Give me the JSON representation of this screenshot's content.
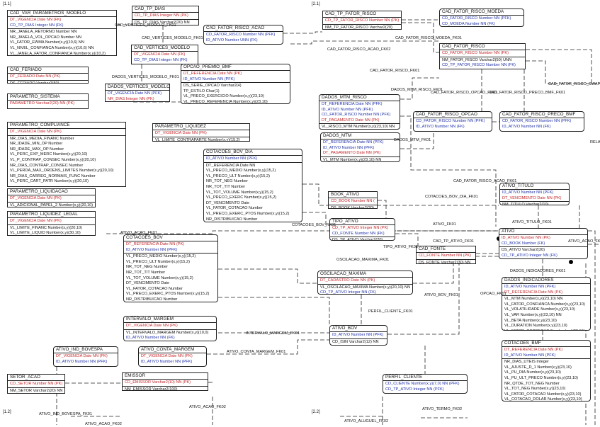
{
  "page_marks": [
    {
      "id": "p11",
      "text": "[1.1]"
    },
    {
      "id": "p21",
      "text": "[2.1]"
    },
    {
      "id": "p12",
      "text": "[1.2]"
    },
    {
      "id": "p22",
      "text": "[2.2]"
    }
  ],
  "entities": [
    {
      "id": "cad_var_parametros_modelo",
      "name": "CAD_VAR_PARAMETROS_MODELO",
      "keys": [
        [
          "DT_VIGENCIA Date NN (FK)",
          "pk"
        ],
        [
          "CD_TP_DIAS Integer NN (FK)",
          "fk"
        ]
      ],
      "attrs": [
        "NR_JANELA_RETORNO Number NN",
        "NR_JANELA_VOL_OPCAO Number NN",
        "VL_FATOR_EWMA Number(x,y)(10,6) NN",
        "VL_NIVEL_CONFIANCA Number(x,y)(10,6) NN",
        "VL_JANELA_FATOR_CONFIANCA Number(x,y)(10,2)"
      ]
    },
    {
      "id": "cad_tp_dias",
      "name": "CAD_TP_DIAS",
      "keys": [
        [
          "CD_TP_DIAS Integer NN (PK)",
          "pk"
        ]
      ],
      "attrs": [
        "DS_TP_DIAS Varchar2(20) NN"
      ]
    },
    {
      "id": "cad_vertices_modelo",
      "name": "CAD_VERTICES_MODELO",
      "keys": [
        [
          "DT_VIGENCIA Date NN (FK)",
          "pk"
        ],
        [
          "CD_TP_DIAS Integer NN (FK)",
          "fk"
        ]
      ],
      "attrs": []
    },
    {
      "id": "cad_feriado",
      "name": "CAD_FERIADO",
      "keys": [
        [
          "DT_FERIADO Date NN (PK)",
          "pk"
        ]
      ],
      "attrs": [
        "DS_FERIADO Varchar2(50)"
      ]
    },
    {
      "id": "parametro_sistema",
      "name": "PARAMETRO_SISTEMA",
      "keys": [
        [
          "PARAMETRO Varchar2(20) NN (PK)",
          "pk"
        ]
      ],
      "attrs": []
    },
    {
      "id": "parametro_compliance",
      "name": "PARAMETRO_COMPLIANCE",
      "keys": [
        [
          "DT_VIGENCIA Date NN (PK)",
          "pk"
        ]
      ],
      "attrs": [
        "NR_DIAS_MEDIA_FINANC Number",
        "NR_IDADE_MIN_OP Number",
        "NR_IDADE_MAX_OP Number",
        "VL_PERC_EXP_MERC Number(x,y)(20,10)",
        "VL_P_CONTRAP_CONSEC Number(x,y)(20,10)",
        "NR_DIAS_CONTRAP_CONSEC Number",
        "VL_PERDA_MAX_ORDENS_LIMITES Number(x,y)(20,10)",
        "NR_DIAS_CARREG_NORMAIS_FUNC Number",
        "VL_PERC_CART_PATR Number(x,y)(20,10)"
      ]
    },
    {
      "id": "parametro_liquidacao",
      "name": "PARAMETRO_LIQUIDACAO",
      "keys": [
        [
          "DT_VIGENCIA Date NN (PK)",
          "pk"
        ]
      ],
      "attrs": [
        "VL_ADICIONAL_PAPEL_2 Number(x,y)(20,10)"
      ]
    },
    {
      "id": "parametro_liquidez_legal",
      "name": "PARAMETRO_LIQUIDEZ_LEGAL",
      "keys": [
        [
          "DT_VIGENCIA Date NN (PK)",
          "pk"
        ]
      ],
      "attrs": [
        "VL_LIMITE_FINANC Number(x,y)(20,10)",
        "VL_LIMITE_LIQUID Number(x,y)(30,10)"
      ]
    },
    {
      "id": "cotacoes_bov",
      "name": "COTACOES_BOV",
      "keys": [
        [
          "DT_REFERENCIA Date NN (PK)",
          "pk"
        ],
        [
          "ID_ATIVO Number NN (PFK)",
          "fk"
        ]
      ],
      "attrs": [
        "VL_PRECO_MEDIO Number(x,y)(15,2)",
        "VL_PRECO_ULT Number(x,y)(15,2)",
        "NR_TOT_NEG Number",
        "NR_TOT_TIT Number",
        "VL_TOT_VOLUME Number(x,y)(15,2)",
        "DT_VENCIMENTO Date",
        "VL_FATOR_COTACAO Number",
        "VL_PRECO_EXERC_PTOS Number(x,y)(15,2)",
        "NR_DISTRIBUICAO Number"
      ]
    },
    {
      "id": "intervalo_margem",
      "name": "INTERVALO_MARGEM",
      "keys": [
        [
          "DT_VIGENCIA Date NN (PK)",
          "pk"
        ]
      ],
      "attrs": [
        "VL_INTERVALO_MARGEM Number(x,y)(10,0)",
        "ID_ATIVO Number NN (FK)",
        "fk"
      ]
    },
    {
      "id": "ativo_ind_bovespa",
      "name": "ATIVO_IND_BOVESPA",
      "keys": [
        [
          "DT_VIGENCIA Date NN (PK)",
          "pk"
        ],
        [
          "ID_ATIVO Number NN (PFK)",
          "fk"
        ]
      ],
      "attrs": []
    },
    {
      "id": "ativo_conta_margem",
      "name": "ATIVO_CONTA_MARGEM",
      "keys": [
        [
          "DT_VIGENCIA Date NN (PK)",
          "pk"
        ],
        [
          "ID_ATIVO Number NN (PFK)",
          "fk"
        ]
      ],
      "attrs": []
    },
    {
      "id": "setor_acao",
      "name": "SETOR_ACAO",
      "keys": [
        [
          "CD_SETOR Number NN (PK)",
          "pk"
        ]
      ],
      "attrs": [
        "NM_SETOR Varchar2(20) NN"
      ]
    },
    {
      "id": "emissor",
      "name": "EMISSOR",
      "keys": [
        [
          "CD_EMISSOR Varchar2(10) NN (PK)",
          "pk"
        ]
      ],
      "attrs": [
        "NM_EMISSOR Varchar2(100)"
      ]
    },
    {
      "id": "cad_fator_risco_acao",
      "name": "CAD_FATOR_RISCO_ACAO",
      "keys": [
        [
          "CD_FATOR_RISCO Number NN (PFK)",
          "fk"
        ],
        [
          "ID_ATIVO Number UNN (FK)",
          "fkg"
        ]
      ],
      "attrs": []
    },
    {
      "id": "dados_vertices_modelo",
      "name": "DADOS_VERTICES_MODELO",
      "keys": [
        [
          "DT_VIGENCIA Date NN (PFK)",
          "fk"
        ],
        [
          "NR_DIAS Integer NN (PK)",
          "pk"
        ]
      ],
      "attrs": []
    },
    {
      "id": "opcao_premio_bmf",
      "name": "OPCAO_PREMIO_BMF",
      "keys": [
        [
          "DT_REFERENCIA Date NN (PK)",
          "pk"
        ],
        [
          "ID_ATIVO Number NN (PFK)",
          "fk"
        ]
      ],
      "attrs": [
        "DS_SERIE_OPCAO Varchar2(4)",
        "TP_ESTILO Char(1)",
        "VL_PRECO_EXERCICIO Number(x,y)(23,10)",
        "VL_PRECO_REFERENCIA Number(x,y)(23,10)"
      ]
    },
    {
      "id": "parametro_liquidez",
      "name": "PARAMETRO_LIQUIDEZ",
      "keys": [
        [
          "DT_VIGENCIA Date NN (PK)",
          "pk"
        ]
      ],
      "attrs": [
        "VL_LIMITE_CONTRAPARTE Number(x,y)(15,2)"
      ]
    },
    {
      "id": "cotacoes_bov_dia",
      "name": "COTACOES_BOV_DIA",
      "keys": [
        [
          "ID_ATIVO Number NN (PFK)",
          "fk"
        ]
      ],
      "attrs": [
        "DT_REFERENCIA Date NN",
        "VL_PRECO_MEDIO Number(x,y)(15,2)",
        "VL_PRECO_ULT Number(x,y)(15,2)",
        "NR_TOT_NEG Number",
        "NR_TOT_TIT Number",
        "VL_TOT_VOLUME Number(x,y)(15,2)",
        "VL_PRECO_EXERC Number(x,y)(15,2)",
        "DT_VENCIMENTO Date",
        "VL_FATOR_COTACAO Number",
        "VL_PRECO_EXERC_PTOS Number(x,y)(15,2)",
        "NR_DISTRIBUICAO Number"
      ]
    },
    {
      "id": "dados_mtm_risco",
      "name": "DADOS_MTM_RISCO",
      "keys": [
        [
          "DT_REFERENCIA Date NN (PFK)",
          "fk"
        ],
        [
          "ID_ATIVO Number NN (PFK)",
          "fk"
        ],
        [
          "CD_FATOR_RISCO Number NN (PFK)",
          "fk"
        ],
        [
          "DT_PAGAMENTO Date NN (PK)",
          "pk"
        ]
      ],
      "attrs": [
        "VL_RISCO_MTM Number(x,y)(23,10) NN"
      ]
    },
    {
      "id": "dados_mtm",
      "name": "DADOS_MTM",
      "keys": [
        [
          "DT_REFERENCIA Date NN (PFK)",
          "fk"
        ],
        [
          "ID_ATIVO Number NN (PFK)",
          "fk"
        ],
        [
          "DT_PAGAMENTO Date NN (PK)",
          "pk"
        ]
      ],
      "attrs": [
        "VL_MTM Number(x,y)(23,10) NN"
      ]
    },
    {
      "id": "book_ativo",
      "name": "BOOK_ATIVO",
      "keys": [
        [
          "CD_BOOK Number NN (PK)",
          "pk"
        ]
      ],
      "attrs": [
        "DS_BOOK Varchar2(20)"
      ]
    },
    {
      "id": "tipo_ativo",
      "name": "TIPO_ATIVO",
      "keys": [
        [
          "CD_TP_ATIVO Integer NN (PK)",
          "pk"
        ],
        [
          "CD_FONTE Number NN (FK)",
          "fk"
        ]
      ],
      "attrs": [
        "DS_TP_ATIVO Varchar2(20)"
      ]
    },
    {
      "id": "cad_fonte",
      "name": "CAD_FONTE",
      "keys": [
        [
          "CD_FONTE Number NN (PK)",
          "pk"
        ]
      ],
      "attrs": [
        "DS_FONTE Varchar2(30) NN"
      ]
    },
    {
      "id": "oscilacao_maxima",
      "name": "OSCILACAO_MAXIMA",
      "keys": [
        [
          "DT_CADASTRO Date NN (PK)",
          "pk"
        ]
      ],
      "attrs": [
        "VL_OSCILACAO_MAXIMA Number(x,y)(20,10) NN",
        "CD_TP_ATIVO Integer NN (FK)",
        "fk"
      ]
    },
    {
      "id": "ativo_bov",
      "name": "ATIVO_BOV",
      "keys": [
        [
          "ID_ATIVO Number NN (PFK)",
          "fk"
        ]
      ],
      "attrs": [
        "CD_ISIN Varchar2(12) NN"
      ]
    },
    {
      "id": "perfil_cliente",
      "name": "PERFIL_CLIENTE",
      "keys": [
        [
          "CD_CLIENTE Number(x,y)(7,0) NN (PFK)",
          "fk"
        ],
        [
          "CD_TP_ATIVO Integer NN (PFK)",
          "fk"
        ]
      ],
      "attrs": []
    },
    {
      "id": "cad_tp_fator_risco",
      "name": "CAD_TP_FATOR_RISCO",
      "keys": [
        [
          "CD_TP_FATOR_RISCO Number NN (PK)",
          "pk"
        ]
      ],
      "attrs": [
        "NM_TP_FATOR_RISCO Varchar2(20)"
      ]
    },
    {
      "id": "cad_fator_risco_moeda",
      "name": "CAD_FATOR_RISCO_MOEDA",
      "keys": [
        [
          "CD_FATOR_RISCO Number NN (PFK)",
          "fk"
        ],
        [
          "CD_MOEDA Number NN (FK)",
          "fk"
        ]
      ],
      "attrs": []
    },
    {
      "id": "cad_fator_risco",
      "name": "CAD_FATOR_RISCO",
      "keys": [
        [
          "CD_FATOR_RISCO Number NN (PK)",
          "pk"
        ]
      ],
      "attrs": [
        "NM_FATOR_RISCO Varchar2(50) UNN",
        "CD_TP_FATOR_RISCO Number NN (FK)",
        "fkg"
      ]
    },
    {
      "id": "cad_fator_risco_opcao",
      "name": "CAD_FATOR_RISCO_OPCAO",
      "keys": [
        [
          "CD_FATOR_RISCO Number NN (PFK)",
          "fk"
        ],
        [
          "ID_ATIVO Number NN (FK)",
          "fk"
        ]
      ],
      "attrs": []
    },
    {
      "id": "cad_fator_risco_preco_bmf",
      "name": "CAD_FATOR_RISCO_PRECO_BMF",
      "keys": [
        [
          "CD_FATOR_RISCO Number NN (PFK)",
          "fk"
        ],
        [
          "ID_ATIVO Number NN (FK)",
          "fk"
        ]
      ],
      "attrs": []
    },
    {
      "id": "ativo_titulo",
      "name": "ATIVO_TITULO",
      "keys": [
        [
          "ID_ATIVO Number NN (PFK)",
          "fk"
        ],
        [
          "DT_VENCIMENTO Date NN (PK)",
          "pk"
        ]
      ],
      "attrs": [
        "NM_TITULO Varchar2(10)"
      ]
    },
    {
      "id": "ativo",
      "name": "ATIVO",
      "keys": [
        [
          "ID_ATIVO Number NN (PK)",
          "pk"
        ],
        [
          "CD_BOOK Number (FK)",
          "fkg"
        ]
      ],
      "attrs": [
        "DS_ATIVO Varchar2(20)",
        "CD_TP_ATIVO Integer NN (FK)",
        "fkg"
      ]
    },
    {
      "id": "dados_indicadores",
      "name": "DADOS_INDICADORES",
      "keys": [
        [
          "ID_ATIVO Number NN (PFK)",
          "fk"
        ],
        [
          "DT_REFERENCIA Date NN (PK)",
          "pk"
        ]
      ],
      "attrs": [
        "VL_MTM Number(x,y)(23,10) NN",
        "VL_FATOR_CONFIANCA Number(x,y)(23,10)",
        "VL_VOLATILIDADE Number(x,y)(23,10)",
        "VL_VAR Number(x,y)(23,10) NN",
        "VL_BETA Number(x,y)(23,10)",
        "VL_DURATION Number(x,y)(23,10)",
        "VL_FATOR_CORRECAO Number(x,y)(23,10)"
      ]
    },
    {
      "id": "cotacoes_bmf",
      "name": "COTACOES_BMF",
      "keys": [
        [
          "DT_REFERENCIA Date NN (PK)",
          "pk"
        ],
        [
          "ID_ATIVO Number NN (PFK)",
          "fk"
        ]
      ],
      "attrs": [
        "NR_DIAS_UTEIS Integer",
        "VL_AJUSTE_D_1 Number(x,y)(23,10)",
        "VL_PU_DIA Number(x,y)(23,10)",
        "VL_PU_ULT_PRECO Number(x,y)(23,10)",
        "NR_QTDE_TOT_NEG Number",
        "VL_TOT_NEG Number(x,y)(23,10)",
        "VL_FATOR_COTACAO Number(x,y)(23,10)",
        "VL_COTACAO_DOLAR Number(x,y)(23,10)"
      ]
    }
  ],
  "relationships": [
    {
      "id": "r_vertices_modelo_fk01",
      "text": "CAD_VERTICES_MODELO_FK01"
    },
    {
      "id": "r_cad_vertices_modelo_fk02",
      "text": "CAD_VERTICES_MODELO_FK01"
    },
    {
      "id": "r_dados_vertices",
      "text": "DADOS_VERTICES_MODELO_FK01"
    },
    {
      "id": "r_cad_fator_risco_acao_fk02",
      "text": "CAD_FATOR_RISCO_ACAO_FK02"
    },
    {
      "id": "r_cad_fator_risco_moeda",
      "text": "CAD_FATOR_RISCO_MOEDA_FK01"
    },
    {
      "id": "r_cad_fator_risco_fk01",
      "text": "CAD_FATOR_RISCO_FK01"
    },
    {
      "id": "r_dados_mtm_risco_fk01",
      "text": "DADOS_MTM_RISCO_FK01"
    },
    {
      "id": "r_fator_opcao",
      "text": "CAD_FATOR_RISCO_OPCAO_FK01"
    },
    {
      "id": "r_fator_preco",
      "text": "CAD_FATOR_RISCO_PRECO_BMF_FK01"
    },
    {
      "id": "r_fator_swap",
      "text": "CAD_FATOR_RISCO_SWAP_"
    },
    {
      "id": "r_dados_mtm_fk01",
      "text": "DADOS_MTM_FK01"
    },
    {
      "id": "r_cad_fator_acao",
      "text": "CAD_FATOR_RISCO_ACAO_FK01"
    },
    {
      "id": "r_cotacoes_bov",
      "text": "COTACOES_BOV_DIA_FK01"
    },
    {
      "id": "r_cotacoes_bov_fk01",
      "text": "COTACOES_BOV_FK01"
    },
    {
      "id": "r_ativo_fk01",
      "text": "ATIVO_FK01"
    },
    {
      "id": "r_ativo_titulo",
      "text": "ATIVO_TITULO_FK01"
    },
    {
      "id": "r_tipo_ativo",
      "text": "TIPO_ATIVO_FK01"
    },
    {
      "id": "r_oscilacao",
      "text": "OSCILACAO_MAXIMA_FK01"
    },
    {
      "id": "r_perfil",
      "text": "PERFIL_CLIENTE_FK01"
    },
    {
      "id": "r_ativo_bov",
      "text": "ATIVO_BOV_FK01"
    },
    {
      "id": "r_intervalo",
      "text": "INTERVALO_MARGEM_FK01"
    },
    {
      "id": "r_conta_margem",
      "text": "ATIVO_CONTA_MARGEM_FK01"
    },
    {
      "id": "r_ind_bovespa",
      "text": "ATIVO_IND_BOVESPA_FK01"
    },
    {
      "id": "r_acao_fk02",
      "text": "ATIVO_ACAO_FK02"
    },
    {
      "id": "r_acao_fk02b",
      "text": "ATIVO_ACAO_FK02"
    },
    {
      "id": "r_dados_indic",
      "text": "DADOS_INDICADORES_FK01"
    },
    {
      "id": "r_opcao_fk01",
      "text": "OPCAO_FK01"
    },
    {
      "id": "r_ativo_termo",
      "text": "ATIVO_TERMO_FK02"
    },
    {
      "id": "r_ativo_aluguel",
      "text": "ATIVO_ALUGUEL_FK02"
    },
    {
      "id": "r_cad_tp_ativo",
      "text": "CAD_TP_ATIVO_FK01"
    },
    {
      "id": "r_rela",
      "text": "RELA"
    },
    {
      "id": "r_ativo_acao_fk01",
      "text": "ATIVO_ACAO_FK01"
    },
    {
      "id": "r_acao_fk",
      "text": "ATIVO_ACAO_FK01"
    }
  ]
}
